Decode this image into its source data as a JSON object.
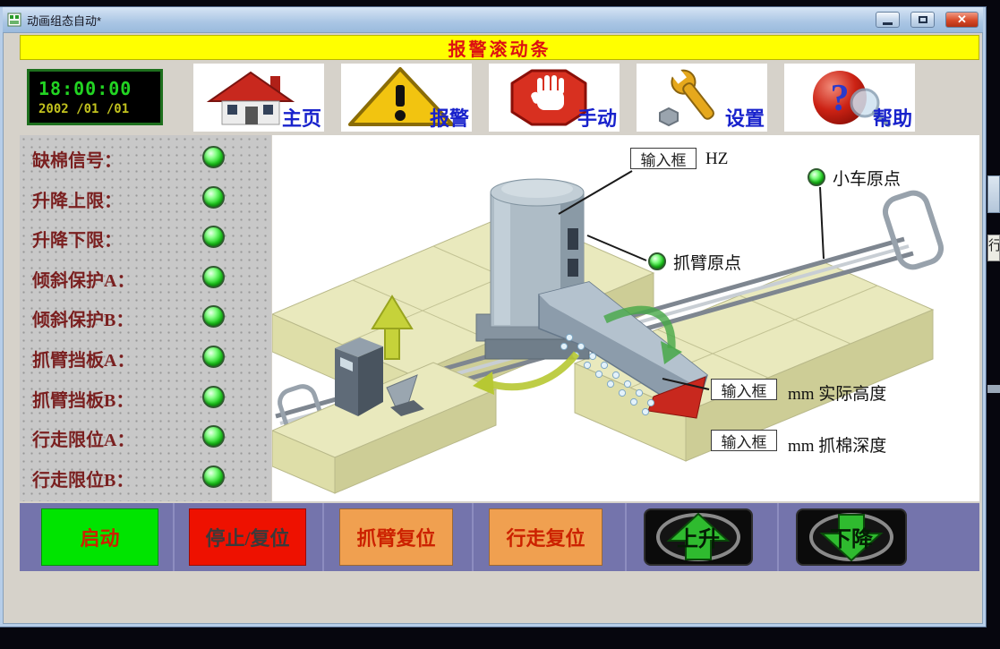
{
  "window": {
    "title": "动画组态自动*"
  },
  "banner": {
    "text": "报警滚动条"
  },
  "toolbar": {
    "clock": {
      "time": "18:00:00",
      "date": "2002 /01 /01"
    },
    "buttons": [
      {
        "label": "主页"
      },
      {
        "label": "报警"
      },
      {
        "label": "手动"
      },
      {
        "label": "设置"
      },
      {
        "label": "帮助"
      }
    ]
  },
  "status_panel": {
    "items": [
      {
        "label": "缺棉信号："
      },
      {
        "label": "升降上限："
      },
      {
        "label": "升降下限："
      },
      {
        "label": "倾斜保护A："
      },
      {
        "label": "倾斜保护B："
      },
      {
        "label": "抓臂挡板A："
      },
      {
        "label": "抓臂挡板B："
      },
      {
        "label": "行走限位A："
      },
      {
        "label": "行走限位B："
      }
    ]
  },
  "diagram": {
    "freq": {
      "box": "输入框",
      "unit": "HZ"
    },
    "cart_origin": {
      "label": "小车原点"
    },
    "arm_origin": {
      "label": "抓臂原点"
    },
    "height": {
      "box": "输入框",
      "unit": "mm 实际高度"
    },
    "depth": {
      "box": "输入框",
      "unit": "mm 抓棉深度"
    }
  },
  "controls": {
    "buttons": [
      {
        "label": "启动"
      },
      {
        "label": "停止/复位"
      },
      {
        "label": "抓臂复位"
      },
      {
        "label": "行走复位"
      },
      {
        "label": "上升"
      },
      {
        "label": "下降"
      }
    ]
  },
  "right_fragment": {
    "text": "行"
  },
  "colors": {
    "banner_bg": "#ffff00",
    "banner_text": "#dd1111",
    "led_green": "#22cc22",
    "bar_bg": "#7474ac",
    "start_bg": "#00e400",
    "stop_bg": "#ee1100",
    "reset_bg": "#f0a050",
    "clock_time": "#22d422",
    "clock_date": "#c2c21e",
    "toolbar_label": "#1822cc",
    "status_label": "#7a1f1f"
  }
}
